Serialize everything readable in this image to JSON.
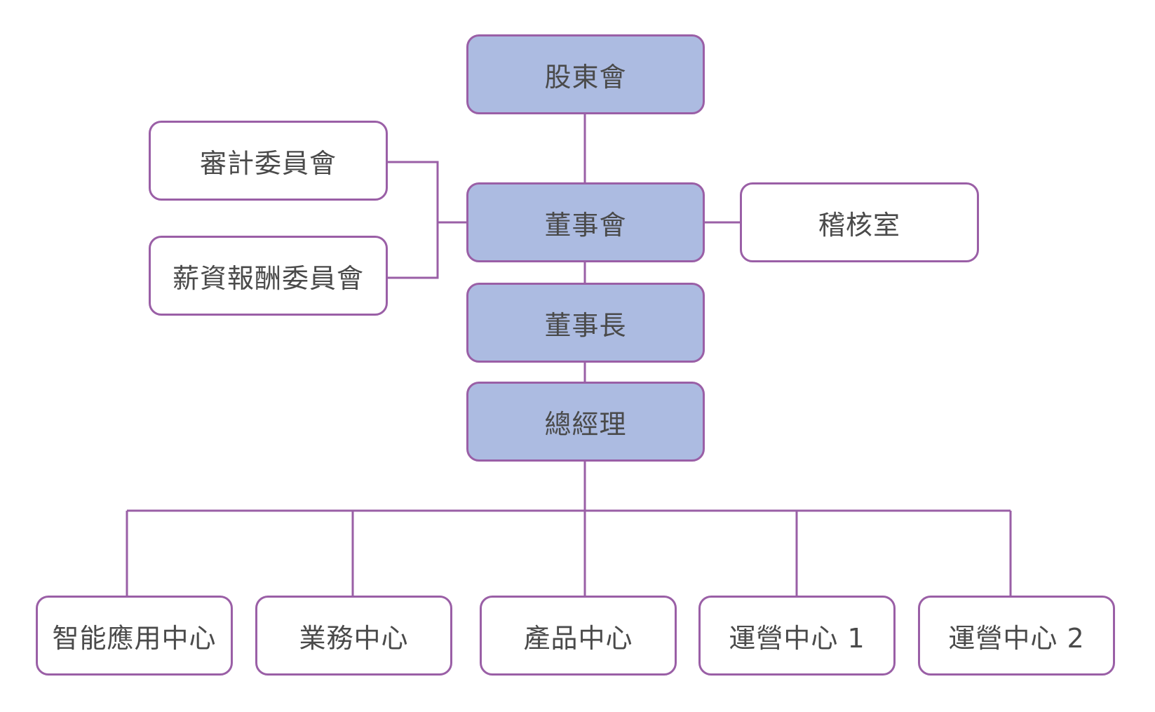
{
  "org_chart": {
    "shareholders": "股東會",
    "board": "董事會",
    "chairman": "董事長",
    "general_manager": "總經理",
    "audit_committee": "審計委員會",
    "compensation_committee": "薪資報酬委員會",
    "internal_audit": "稽核室",
    "centers": [
      "智能應用中心",
      "業務中心",
      "產品中心",
      "運營中心 1",
      "運營中心 2"
    ]
  },
  "colors": {
    "primary_fill": "#acbbe1",
    "border": "#9a5fa6",
    "text": "#4a4a4a"
  }
}
